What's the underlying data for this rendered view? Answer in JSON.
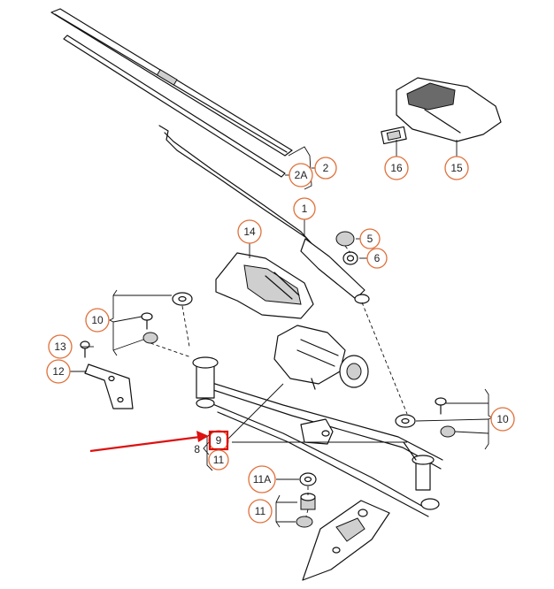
{
  "callouts": {
    "c1": "1",
    "c2": "2",
    "c2a": "2A",
    "c5": "5",
    "c6": "6",
    "c8": "8",
    "c9": "9",
    "c10_left": "10",
    "c10_right": "10",
    "c11": "11",
    "c11_under9": "11",
    "c11a": "11A",
    "c12": "12",
    "c13": "13",
    "c14": "14",
    "c15": "15",
    "c16": "16"
  },
  "colors": {
    "callout_ring": "#e0703a",
    "highlight_box": "#dd0000",
    "pointer_arrow": "#dd1111",
    "line_art": "#111111"
  }
}
